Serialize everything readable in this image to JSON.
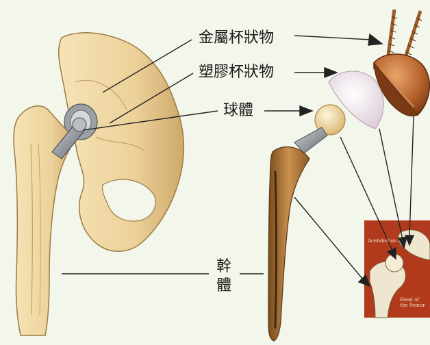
{
  "labels": {
    "metal_cup": "金屬杯狀物",
    "plastic_cup": "塑膠杯狀物",
    "ball": "球體",
    "stem_line1": "幹",
    "stem_line2": "體"
  },
  "inset": {
    "caption_top": "Acetabulum",
    "caption_bottom_1": "Head of",
    "caption_bottom_2": "the Femur"
  },
  "colors": {
    "background": "#f3f6ea",
    "bone": "#ecd29b",
    "bone_shadow": "#c9a468",
    "metal_cup": "#b4602a",
    "plastic_cup": "#ecdfe8",
    "ball": "#f2d7a0",
    "stem": "#b07a3c",
    "inset_bg": "#b23a1c"
  }
}
